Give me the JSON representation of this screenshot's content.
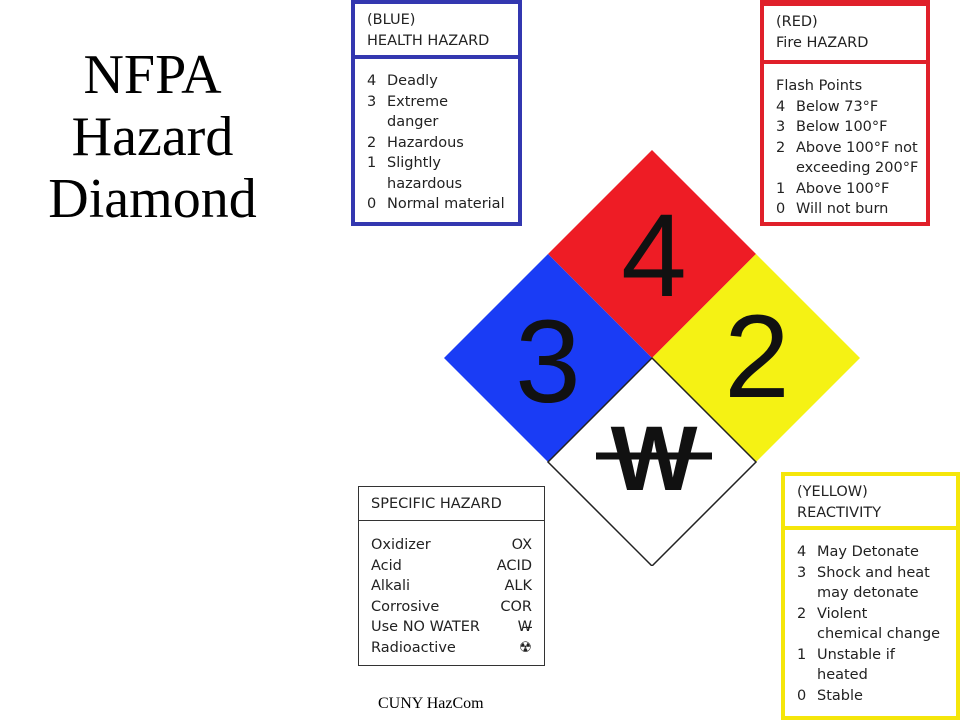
{
  "title": {
    "line1": "NFPA",
    "line2": "Hazard",
    "line3": "Diamond"
  },
  "health": {
    "header1": "(BLUE)",
    "header2": "HEALTH HAZARD",
    "items": [
      {
        "n": "4",
        "t": "Deadly"
      },
      {
        "n": "3",
        "t": "Extreme"
      },
      {
        "n": "",
        "t": "danger"
      },
      {
        "n": "2",
        "t": "Hazardous"
      },
      {
        "n": "1",
        "t": "Slightly"
      },
      {
        "n": "",
        "t": "hazardous"
      },
      {
        "n": "0",
        "t": "Normal material"
      }
    ]
  },
  "fire": {
    "header1": "(RED)",
    "header2": "Fire HAZARD",
    "subtitle": "Flash Points",
    "items": [
      {
        "n": "4",
        "t": "Below 73°F"
      },
      {
        "n": "3",
        "t": "Below 100°F"
      },
      {
        "n": "2",
        "t": "Above 100°F not"
      },
      {
        "n": "",
        "t": "exceeding 200°F"
      },
      {
        "n": "1",
        "t": "Above 100°F"
      },
      {
        "n": "0",
        "t": "Will not burn"
      }
    ]
  },
  "reactivity": {
    "header1": "(YELLOW)",
    "header2": "REACTIVITY",
    "items": [
      {
        "n": "4",
        "t": "May Detonate"
      },
      {
        "n": "3",
        "t": "Shock and heat"
      },
      {
        "n": "",
        "t": "may detonate"
      },
      {
        "n": "2",
        "t": "Violent"
      },
      {
        "n": "",
        "t": "chemical change"
      },
      {
        "n": "1",
        "t": "Unstable if"
      },
      {
        "n": "",
        "t": "heated"
      },
      {
        "n": "0",
        "t": "Stable"
      }
    ]
  },
  "specific": {
    "header": "SPECIFIC HAZARD",
    "items": [
      {
        "label": "Oxidizer",
        "code": "OX"
      },
      {
        "label": "Acid",
        "code": "ACID"
      },
      {
        "label": "Alkali",
        "code": "ALK"
      },
      {
        "label": "Corrosive",
        "code": "COR"
      },
      {
        "label": "Use NO WATER",
        "code": "W̶"
      },
      {
        "label": "Radioactive",
        "code": "☢"
      }
    ]
  },
  "diamond": {
    "health_value": "3",
    "fire_value": "4",
    "reactivity_value": "2",
    "special_value": "W",
    "colors": {
      "health": "#1a3cf5",
      "fire": "#ee1c25",
      "reactivity": "#f5f214",
      "special": "#ffffff"
    }
  },
  "footer": "CUNY HazCom"
}
